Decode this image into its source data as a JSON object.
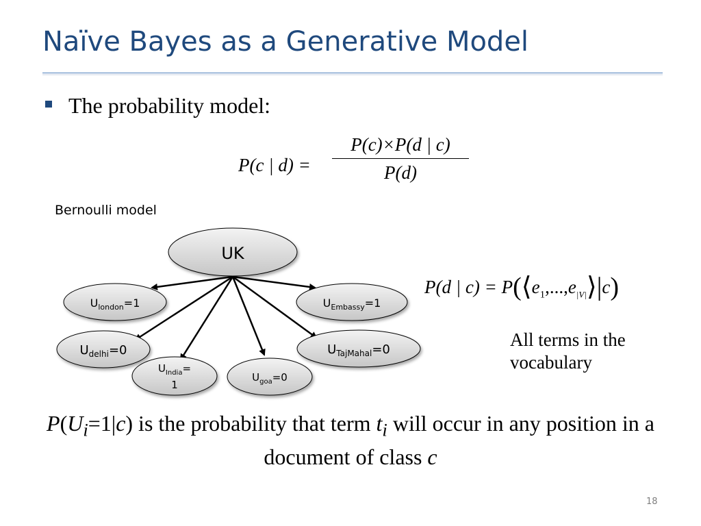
{
  "slide": {
    "title": "Naïve Bayes as a Generative Model",
    "bullet": "The probability model:",
    "page_number": "18"
  },
  "equations": {
    "bayes_lhs": "P(c | d) =",
    "bayes_numerator": "P(c)×P(d | c)",
    "bayes_denominator": "P(d)",
    "likelihood_lhs": "P(d | c) = P",
    "likelihood_e": "e",
    "likelihood_sub1": "1",
    "likelihood_mid": ",...,",
    "likelihood_subV": "|V|",
    "likelihood_c": "c"
  },
  "diagram": {
    "caption": "Bernoulli model",
    "root": "UK",
    "nodes": [
      {
        "var": "U",
        "sub": "london",
        "val": "=1"
      },
      {
        "var": "U",
        "sub": "Embassy",
        "val": "=1"
      },
      {
        "var": "U",
        "sub": "delhi",
        "val": "=0"
      },
      {
        "var": "U",
        "sub": "TajMahal",
        "val": "=0"
      },
      {
        "var": "U",
        "sub": "India",
        "val": "=",
        "val2": "1"
      },
      {
        "var": "U",
        "sub": "goa",
        "val": "=0"
      }
    ],
    "vocab_note": "All terms in the vocabulary"
  },
  "conclusion": {
    "p": "P",
    "open": "(",
    "u": "U",
    "i1": "i",
    "mid": "=1|",
    "c1": "c",
    "close": ")",
    "text1": " is the probability that term ",
    "t": "t",
    "i2": "i",
    "text2": " will occur in any position in a document of class ",
    "c2": "c"
  },
  "colors": {
    "title": "#1F497D",
    "rule": "#4F81BD",
    "node_fill_top": "#f3f3f3",
    "node_fill_bottom": "#c6c6c6"
  }
}
